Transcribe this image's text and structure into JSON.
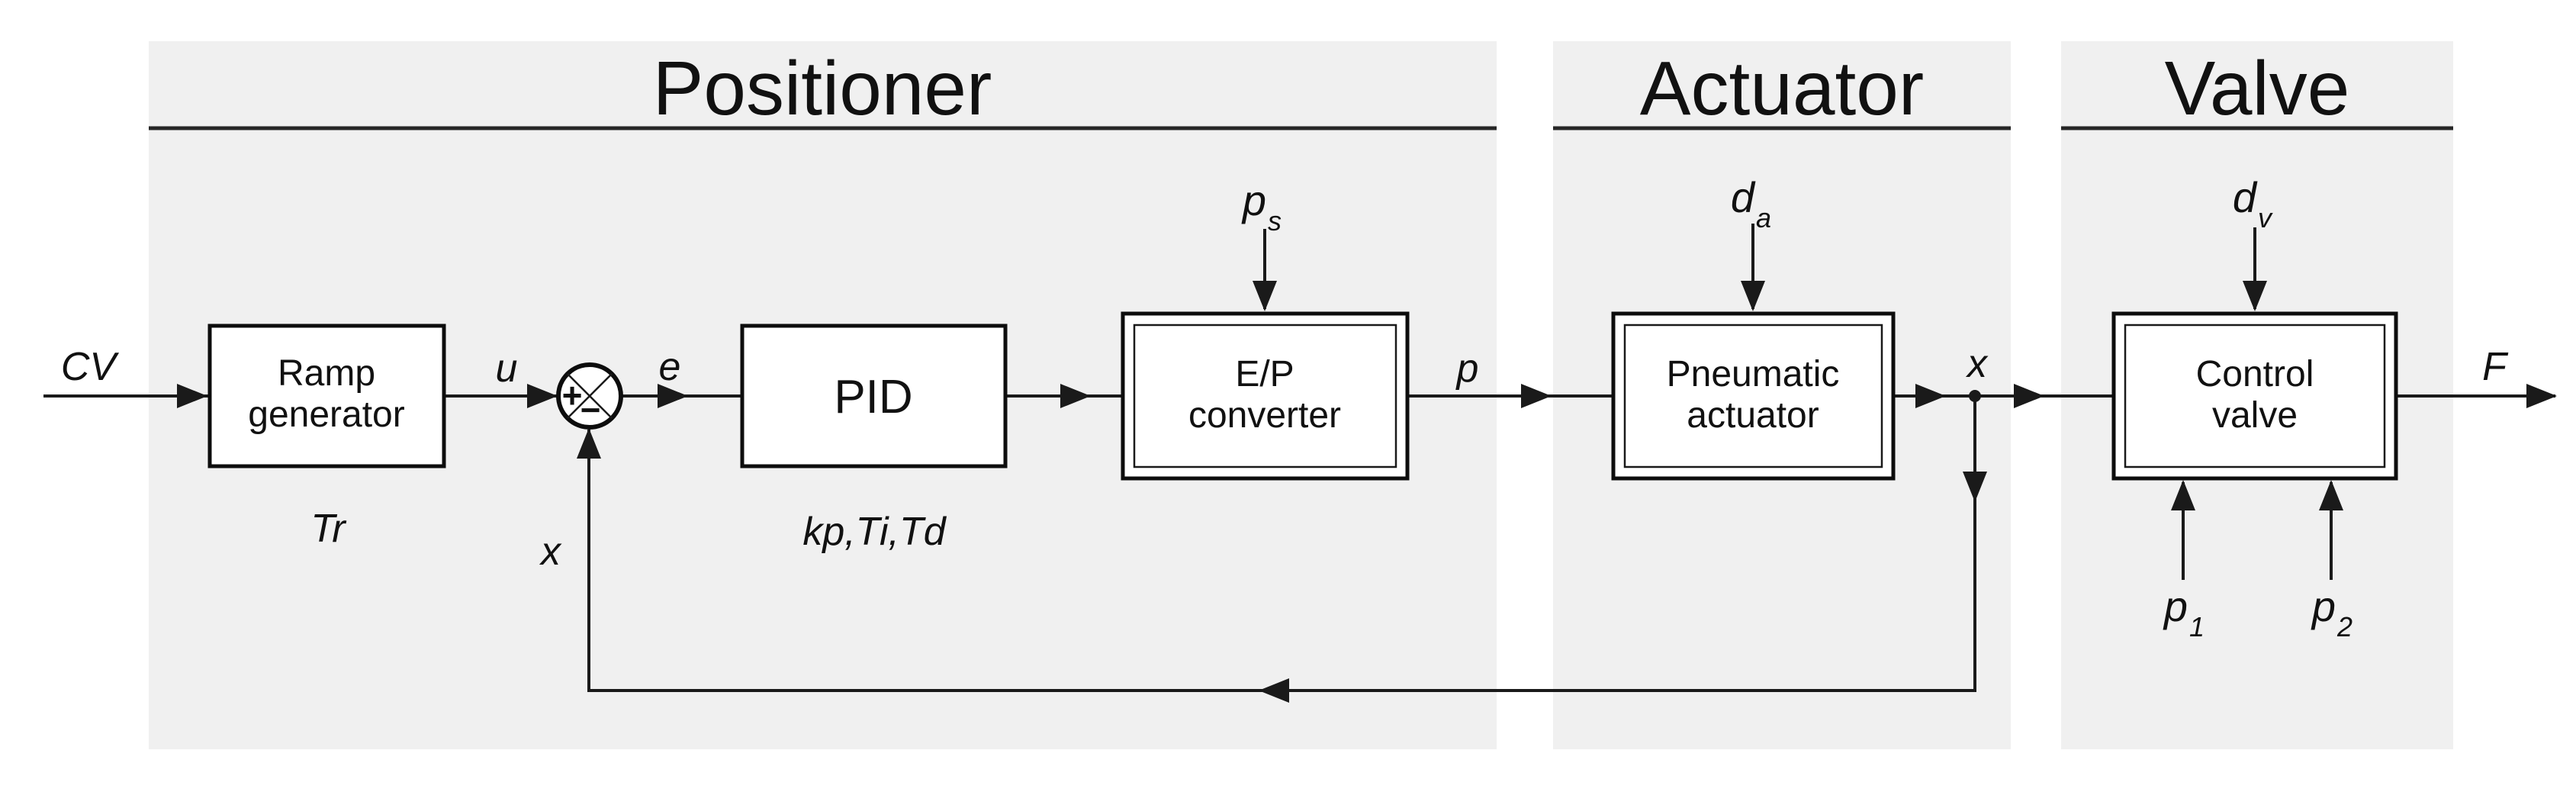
{
  "sections": {
    "positioner": {
      "title": "Positioner"
    },
    "actuator": {
      "title": "Actuator"
    },
    "valve": {
      "title": "Valve"
    }
  },
  "blocks": {
    "ramp_generator": {
      "line1": "Ramp",
      "line2": "generator",
      "param": "Tr"
    },
    "pid": {
      "label": "PID",
      "params": "kp,Ti,Td"
    },
    "ep_converter": {
      "line1": "E/P",
      "line2": "converter"
    },
    "pneumatic_actuator": {
      "line1": "Pneumatic",
      "line2": "actuator"
    },
    "control_valve": {
      "line1": "Control",
      "line2": "valve"
    }
  },
  "signals": {
    "command": "CV",
    "ramp_output": "u",
    "error": "e",
    "pressure": "p",
    "position": "x",
    "position_feedback": "x",
    "force": "F"
  },
  "summing_junction": {
    "plus": "+",
    "minus": "−"
  },
  "disturbances": {
    "supply_pressure": {
      "base": "p",
      "sub": "s"
    },
    "actuator_disturbance": {
      "base": "d",
      "sub": "a"
    },
    "valve_disturbance": {
      "base": "d",
      "sub": "v"
    },
    "pressure_1": {
      "base": "p",
      "sub": "1"
    },
    "pressure_2": {
      "base": "p",
      "sub": "2"
    }
  },
  "colors": {
    "section_background": "#f0f0f0",
    "line": "#1a1a1a",
    "block_fill": "#ffffff",
    "text": "#111111"
  }
}
